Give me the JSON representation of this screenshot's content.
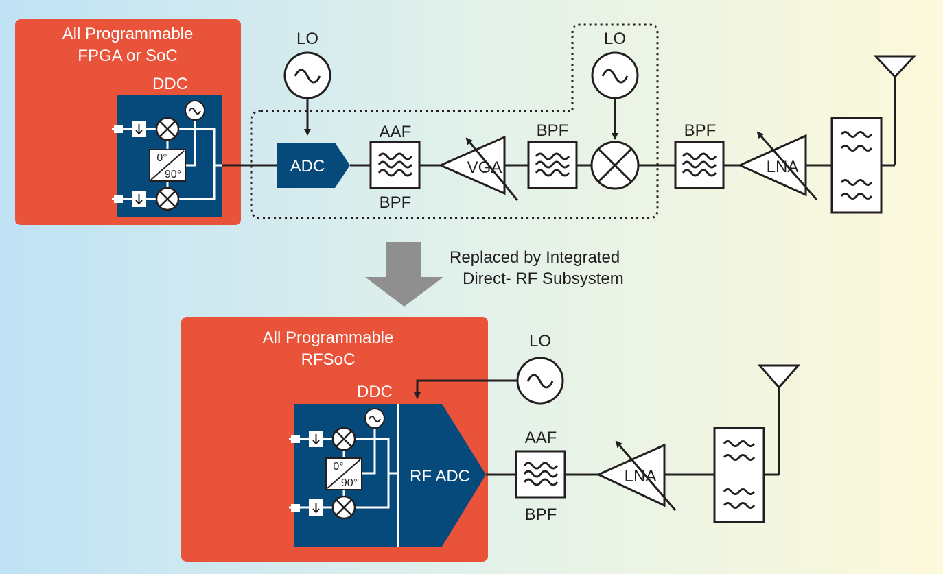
{
  "top": {
    "chip_title_line1": "All Programmable",
    "chip_title_line2": "FPGA or SoC",
    "ddc_label": "DDC",
    "phase_0": "0°",
    "phase_90": "90°",
    "lo_label_1": "LO",
    "lo_label_2": "LO",
    "adc_label": "ADC",
    "aaf_label": "AAF",
    "aaf_bpf_label": "BPF",
    "vga_label": "VGA",
    "bpf_label_1": "BPF",
    "bpf_label_2": "BPF",
    "lna_label": "LNA"
  },
  "transition": {
    "line1": "Replaced by Integrated",
    "line2": "Direct- RF Subsystem"
  },
  "bottom": {
    "chip_title_line1": "All Programmable",
    "chip_title_line2": "RFSoC",
    "ddc_label": "DDC",
    "phase_0": "0°",
    "phase_90": "90°",
    "lo_label": "LO",
    "rf_adc_label": "RF ADC",
    "aaf_label": "AAF",
    "bpf_label": "BPF",
    "lna_label": "LNA"
  },
  "colors": {
    "chip_orange": "#E8533A",
    "ddc_blue": "#064A7B",
    "arrow_gray": "#8F8F8F",
    "bg_left": "#BFE2F5",
    "bg_right": "#FDF9DB"
  }
}
